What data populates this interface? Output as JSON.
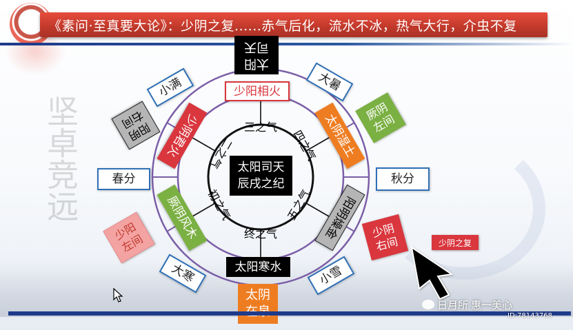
{
  "title": "《素问·至真要大论》：少阴之复......赤气后化，流水不冰，热气大行，介虫不复",
  "center": {
    "line1": "太阳司天",
    "line2": "辰戌之纪"
  },
  "inner_ring": {
    "top": "三之气",
    "upper_right": "四之气",
    "lower_right": "五之气",
    "bottom": "终之气",
    "lower_left": "初之气",
    "upper_left": "二之气"
  },
  "middle_ring": {
    "top": "少阳相火",
    "upper_right": "太阴湿土",
    "lower_right": "阳明燥金",
    "bottom": "太阳寒水",
    "lower_left": "厥阴风木",
    "upper_left": "少阴君火"
  },
  "outer_terms": {
    "upper_left": "小满",
    "upper_right": "大暑",
    "left": "春分",
    "right": "秋分",
    "lower_left": "大寒",
    "lower_right": "小雪"
  },
  "outer_positions": {
    "sitian": "太阳司天",
    "zaiquan": "太阴在泉",
    "upper_left": "阳明右间",
    "upper_right": "厥阴左间",
    "lower_left": "少阳左间",
    "lower_right": "少阴右间"
  },
  "badge": "少阴之复",
  "watermark": {
    "name": "日月所",
    "suffix": "惠一美心",
    "id": "ID:78143768"
  },
  "colors": {
    "red": "#d9363e",
    "orange": "#ee7d22",
    "green": "#7bb043",
    "gray": "#b5b5b5",
    "pink": "#f4a3a3",
    "black": "#000000",
    "ring": "#7b5ea7",
    "blue": "#2e6fb5"
  }
}
